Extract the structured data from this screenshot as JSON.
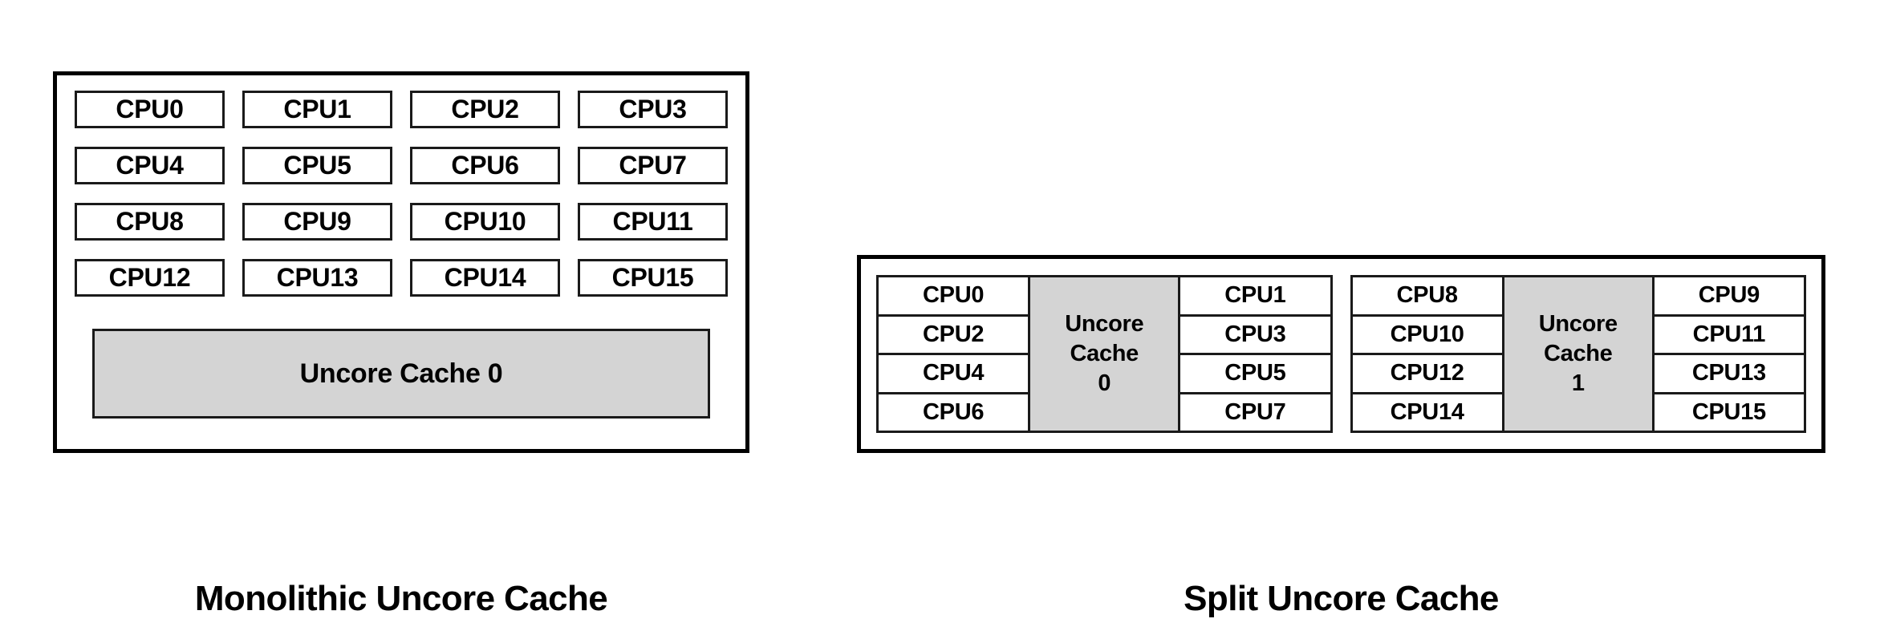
{
  "figure": {
    "title": "Monolithic vs Split Uncore Cache topology diagram",
    "background_color": "#ffffff",
    "cache_fill_color": "#d4d4d4",
    "border_color": "#000000"
  },
  "monolithic": {
    "caption": "Monolithic Uncore Cache",
    "cpu_rows": [
      [
        "CPU0",
        "CPU1",
        "CPU2",
        "CPU3"
      ],
      [
        "CPU4",
        "CPU5",
        "CPU6",
        "CPU7"
      ],
      [
        "CPU8",
        "CPU9",
        "CPU10",
        "CPU11"
      ],
      [
        "CPU12",
        "CPU13",
        "CPU14",
        "CPU15"
      ]
    ],
    "cache_label": "Uncore Cache 0"
  },
  "split": {
    "caption": "Split Uncore Cache",
    "panels": [
      {
        "left_cpus": [
          "CPU0",
          "CPU2",
          "CPU4",
          "CPU6"
        ],
        "cache_label": "Uncore Cache 0",
        "cache_label_lines": [
          "Uncore",
          "Cache",
          "0"
        ],
        "right_cpus": [
          "CPU1",
          "CPU3",
          "CPU5",
          "CPU7"
        ]
      },
      {
        "left_cpus": [
          "CPU8",
          "CPU10",
          "CPU12",
          "CPU14"
        ],
        "cache_label": "Uncore Cache 1",
        "cache_label_lines": [
          "Uncore",
          "Cache",
          "1"
        ],
        "right_cpus": [
          "CPU9",
          "CPU11",
          "CPU13",
          "CPU15"
        ]
      }
    ]
  }
}
